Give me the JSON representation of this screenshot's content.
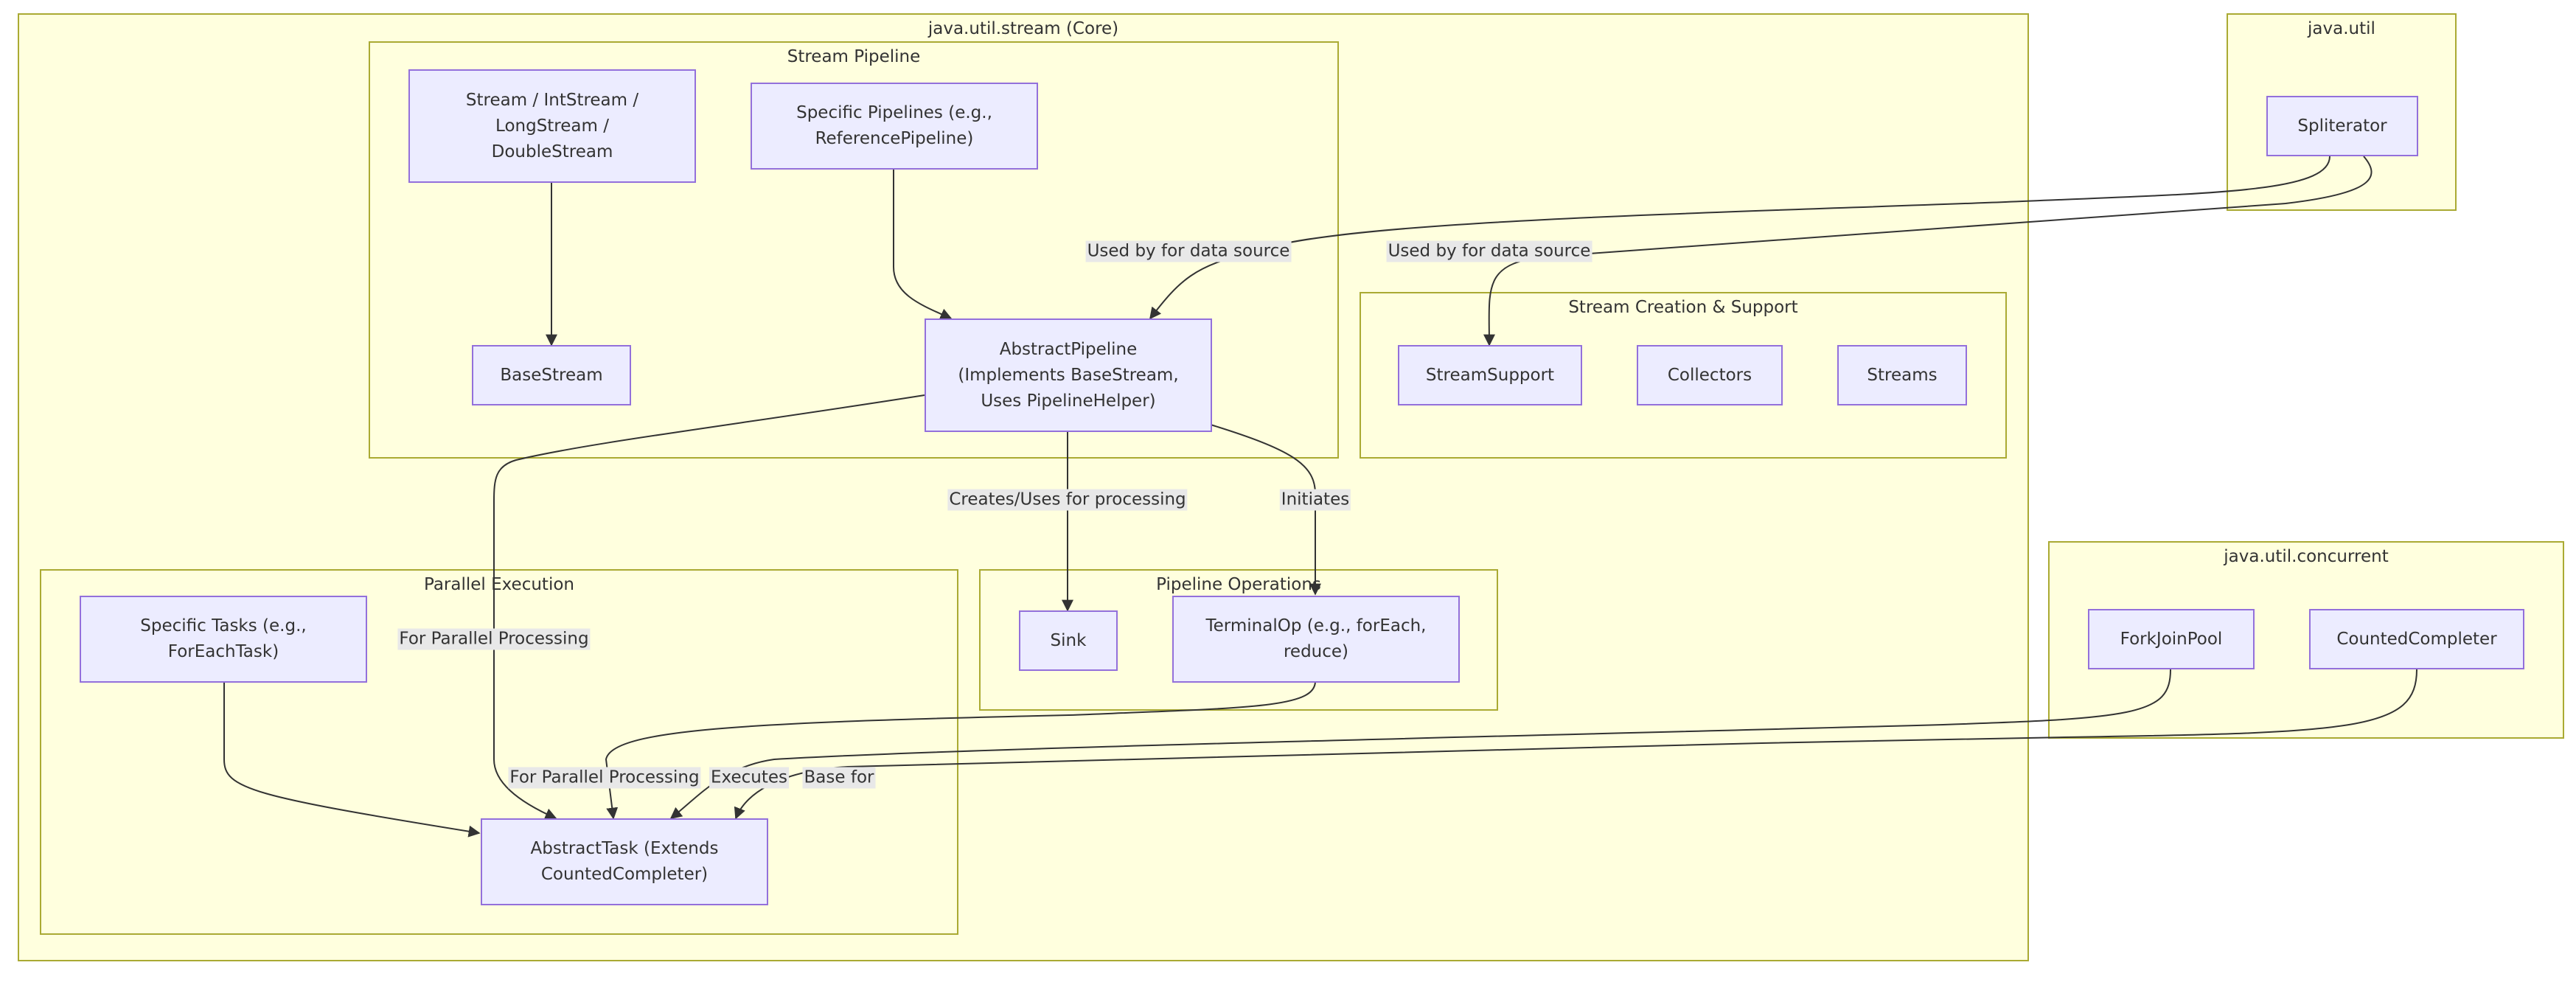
{
  "clusters": {
    "core": "java.util.stream (Core)",
    "pipeline": "Stream Pipeline",
    "parallel": "Parallel Execution",
    "operations": "Pipeline Operations",
    "creation": "Stream Creation & Support",
    "util": "java.util",
    "concurrent": "java.util.concurrent"
  },
  "nodes": {
    "stream_types": [
      "Stream / IntStream /",
      "LongStream /",
      "DoubleStream"
    ],
    "specific_pipelines": [
      "Specific Pipelines (e.g.,",
      "ReferencePipeline)"
    ],
    "base_stream": "BaseStream",
    "abstract_pipeline": [
      "AbstractPipeline",
      "(Implements BaseStream,",
      "Uses PipelineHelper)"
    ],
    "stream_support": "StreamSupport",
    "collectors": "Collectors",
    "streams": "Streams",
    "spliterator": "Spliterator",
    "specific_tasks": [
      "Specific Tasks (e.g.,",
      "ForEachTask)"
    ],
    "abstract_task": [
      "AbstractTask (Extends",
      "CountedCompleter)"
    ],
    "sink": "Sink",
    "terminal_op": [
      "TerminalOp (e.g., forEach,",
      "reduce)"
    ],
    "fork_join_pool": "ForkJoinPool",
    "counted_completer": "CountedCompleter"
  },
  "edge_labels": {
    "spliterator_to_pipeline": "Used by for data source",
    "spliterator_to_support": "Used by for data source",
    "pipeline_to_sink": "Creates/Uses for processing",
    "pipeline_to_terminal": "Initiates",
    "pipeline_to_task": "For Parallel Processing",
    "forkjoin_to_task": "For Parallel Processing",
    "terminal_to_task": "Executes",
    "counted_to_task": "Base for"
  },
  "colors": {
    "cluster_fill": "#ffffde",
    "cluster_border": "#aaaa33",
    "node_fill": "#ececff",
    "node_border": "#9370db",
    "edge": "#333333",
    "label_bg": "#e8e8e8"
  }
}
